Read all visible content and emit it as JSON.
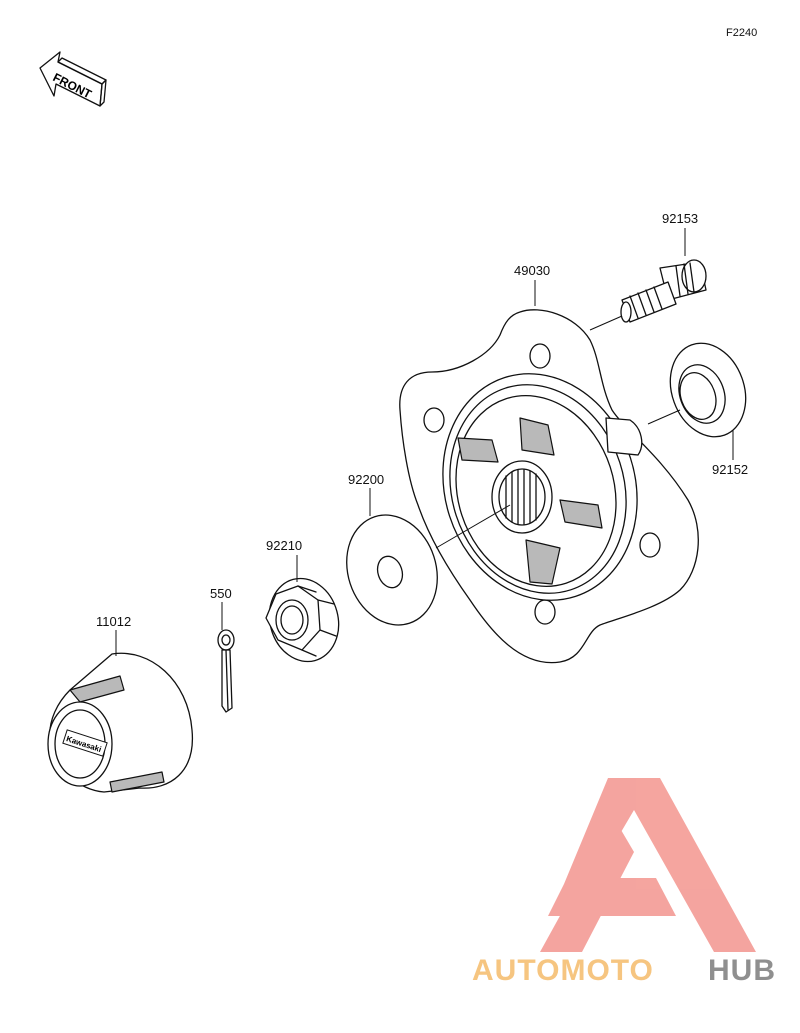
{
  "diagram": {
    "reference_code": "F2240",
    "front_label": "FRONT",
    "parts": [
      {
        "number": "92153"
      },
      {
        "number": "49030"
      },
      {
        "number": "92152"
      },
      {
        "number": "92200"
      },
      {
        "number": "92210"
      },
      {
        "number": "550"
      },
      {
        "number": "11012"
      }
    ],
    "cap_brand": "Kawasaki"
  },
  "watermark": {
    "brand_part1": "AUTOMOTO",
    "brand_part2": "HUB",
    "color_primary": "#f4a09a",
    "color_text1": "#f6c27a",
    "color_text2": "#8a8a8a"
  }
}
